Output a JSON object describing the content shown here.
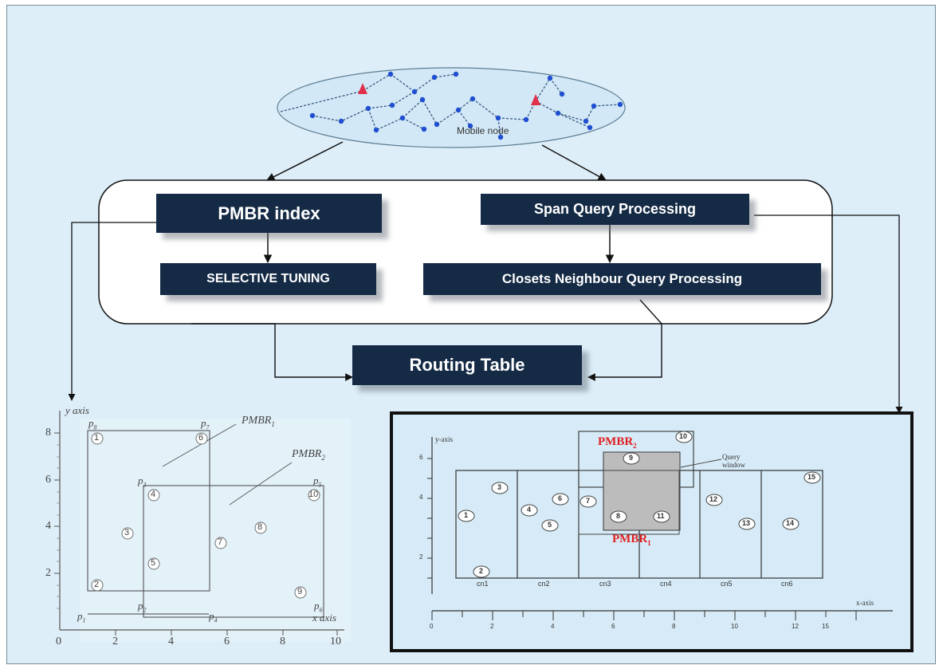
{
  "network": {
    "label": "Mobile node"
  },
  "boxes": {
    "pmbr_index": "PMBR index",
    "selective_tuning": "SELECTIVE TUNING",
    "span_query": "Span Query Processing",
    "closest_neighbour": "Closets Neighbour Query Processing",
    "routing_table": "Routing Table"
  },
  "left_plot": {
    "y_axis_label": "y axis",
    "x_axis_label": "x axis",
    "y_ticks": [
      "8",
      "6",
      "4",
      "2",
      "0"
    ],
    "x_ticks": [
      "2",
      "4",
      "6",
      "8",
      "10"
    ],
    "pmbr1": "PMBR",
    "pmbr1_sub": "1",
    "pmbr2": "PMBR",
    "pmbr2_sub": "2",
    "p_label": "p",
    "corner_subs": [
      "1",
      "2",
      "3",
      "4",
      "5",
      "6",
      "7",
      "8"
    ],
    "points": [
      "1",
      "2",
      "3",
      "4",
      "5",
      "6",
      "7",
      "8",
      "9",
      "10"
    ]
  },
  "right_plot": {
    "y_axis_label": "y-axis",
    "x_axis_label": "x-axis",
    "pmbr_top": "PMBR",
    "pmbr_top_sub": "2",
    "pmbr_bottom": "PMBR",
    "pmbr_bottom_sub": "1",
    "query_note": "Query window",
    "cells": [
      "cn1",
      "cn2",
      "cn3",
      "cn4",
      "cn5",
      "cn6"
    ],
    "points": [
      "1",
      "2",
      "3",
      "4",
      "5",
      "6",
      "7",
      "8",
      "9",
      "10",
      "11",
      "12",
      "13",
      "14",
      "15"
    ],
    "y_ticks": [
      "6",
      "4",
      "2"
    ],
    "x_ticks": [
      "0",
      "2",
      "4",
      "6",
      "8",
      "10",
      "12",
      "15"
    ]
  },
  "colors": {
    "box": "#142a45",
    "background": "#ddeef8",
    "pmbr_red": "#e02020",
    "node_blue": "#1f4fd0",
    "node_red": "#e0304a"
  }
}
